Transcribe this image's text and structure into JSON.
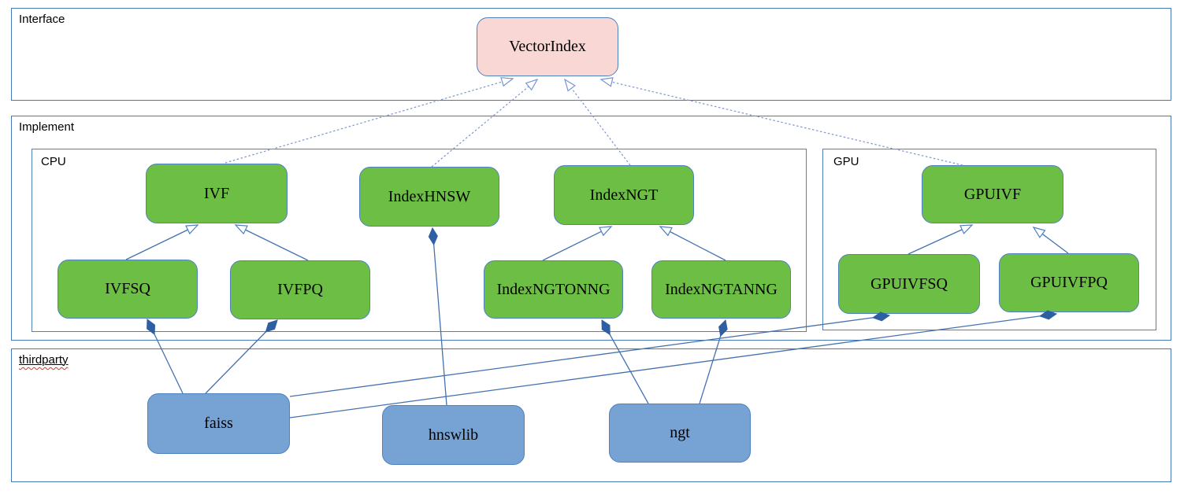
{
  "diagram": {
    "containers": {
      "interface": {
        "label": "Interface"
      },
      "implement": {
        "label": "Implement"
      },
      "cpu": {
        "label": "CPU"
      },
      "gpu": {
        "label": "GPU"
      },
      "thirdparty": {
        "label": "thirdparty",
        "spellcheck_underline": true
      }
    },
    "nodes": {
      "vectorindex": {
        "label": "VectorIndex",
        "group": "interface"
      },
      "ivf": {
        "label": "IVF",
        "group": "cpu"
      },
      "indexhnsw": {
        "label": "IndexHNSW",
        "group": "cpu"
      },
      "indexngt": {
        "label": "IndexNGT",
        "group": "cpu"
      },
      "ivfsq": {
        "label": "IVFSQ",
        "group": "cpu"
      },
      "ivfpq": {
        "label": "IVFPQ",
        "group": "cpu"
      },
      "indexngtonng": {
        "label": "IndexNGTONNG",
        "group": "cpu"
      },
      "indexngtanng": {
        "label": "IndexNGTANNG",
        "group": "cpu"
      },
      "gpuivf": {
        "label": "GPUIVF",
        "group": "gpu"
      },
      "gpuivfsq": {
        "label": "GPUIVFSQ",
        "group": "gpu"
      },
      "gpuivfpq": {
        "label": "GPUIVFPQ",
        "group": "gpu"
      },
      "faiss": {
        "label": "faiss",
        "group": "thirdparty"
      },
      "hnswlib": {
        "label": "hnswlib",
        "group": "thirdparty"
      },
      "ngt": {
        "label": "ngt",
        "group": "thirdparty"
      }
    },
    "relationships": [
      {
        "from": "IVF",
        "to": "VectorIndex",
        "type": "realization-dashed-hollow-arrow"
      },
      {
        "from": "IndexHNSW",
        "to": "VectorIndex",
        "type": "realization-dashed-hollow-arrow"
      },
      {
        "from": "IndexNGT",
        "to": "VectorIndex",
        "type": "realization-dashed-hollow-arrow"
      },
      {
        "from": "GPUIVF",
        "to": "VectorIndex",
        "type": "realization-dashed-hollow-arrow"
      },
      {
        "from": "IVFSQ",
        "to": "IVF",
        "type": "generalization-hollow-arrow"
      },
      {
        "from": "IVFPQ",
        "to": "IVF",
        "type": "generalization-hollow-arrow"
      },
      {
        "from": "IndexNGTONNG",
        "to": "IndexNGT",
        "type": "generalization-hollow-arrow"
      },
      {
        "from": "IndexNGTANNG",
        "to": "IndexNGT",
        "type": "generalization-hollow-arrow"
      },
      {
        "from": "GPUIVFSQ",
        "to": "GPUIVF",
        "type": "generalization-hollow-arrow"
      },
      {
        "from": "GPUIVFPQ",
        "to": "GPUIVF",
        "type": "generalization-hollow-arrow"
      },
      {
        "from": "faiss",
        "to": "IVFSQ",
        "type": "composition-filled-diamond"
      },
      {
        "from": "faiss",
        "to": "IVFPQ",
        "type": "composition-filled-diamond"
      },
      {
        "from": "faiss",
        "to": "GPUIVFSQ",
        "type": "composition-filled-diamond"
      },
      {
        "from": "faiss",
        "to": "GPUIVFPQ",
        "type": "composition-filled-diamond"
      },
      {
        "from": "hnswlib",
        "to": "IndexHNSW",
        "type": "composition-filled-diamond"
      },
      {
        "from": "ngt",
        "to": "IndexNGTONNG",
        "type": "composition-filled-diamond"
      },
      {
        "from": "ngt",
        "to": "IndexNGTANNG",
        "type": "composition-filled-diamond"
      }
    ],
    "colors": {
      "interface_node_fill": "#f8d7d4",
      "implement_node_fill": "#6cbe45",
      "thirdparty_node_fill": "#76a2d4",
      "container_border": "#4878b6",
      "node_border": "#4f81bd",
      "connector_solid": "#4472b0",
      "connector_dashed": "#7b94cf",
      "diamond_fill": "#2e5fa3",
      "spellcheck_red": "#d8352a"
    }
  }
}
